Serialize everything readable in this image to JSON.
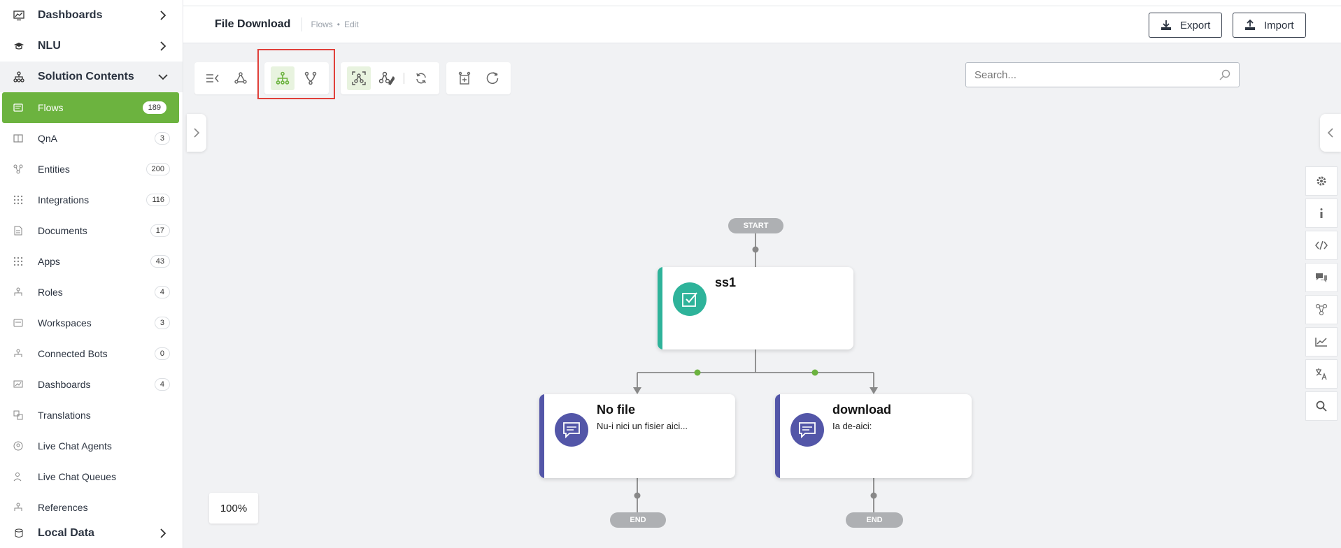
{
  "sidebar": {
    "sections": [
      {
        "label": "Dashboards",
        "icon": "dashboard-icon"
      },
      {
        "label": "NLU",
        "icon": "graduation-cap-icon"
      },
      {
        "label": "Solution Contents",
        "icon": "hierarchy-icon"
      }
    ],
    "items": [
      {
        "label": "Flows",
        "count": "189"
      },
      {
        "label": "QnA",
        "count": "3"
      },
      {
        "label": "Entities",
        "count": "200"
      },
      {
        "label": "Integrations",
        "count": "116"
      },
      {
        "label": "Documents",
        "count": "17"
      },
      {
        "label": "Apps",
        "count": "43"
      },
      {
        "label": "Roles",
        "count": "4"
      },
      {
        "label": "Workspaces",
        "count": "3"
      },
      {
        "label": "Connected Bots",
        "count": "0"
      },
      {
        "label": "Dashboards",
        "count": "4"
      },
      {
        "label": "Translations",
        "count": ""
      },
      {
        "label": "Live Chat Agents",
        "count": ""
      },
      {
        "label": "Live Chat Queues",
        "count": ""
      },
      {
        "label": "References",
        "count": ""
      },
      {
        "label": "Local Data",
        "count": ""
      }
    ]
  },
  "header": {
    "title": "File Download",
    "breadcrumb": [
      "Flows",
      "Edit"
    ],
    "breadcrumb_sep": "•",
    "export_label": "Export",
    "import_label": "Import"
  },
  "search": {
    "placeholder": "Search..."
  },
  "zoom": {
    "label": "100%"
  },
  "flow": {
    "start_label": "START",
    "end_label": "END",
    "nodes": [
      {
        "title": "ss1",
        "subtitle": ""
      },
      {
        "title": "No file",
        "subtitle": "Nu-i nici un fisier aici..."
      },
      {
        "title": "download",
        "subtitle": "Ia de-aici:"
      }
    ]
  },
  "colors": {
    "accent": "#6cb33f",
    "teal": "#2eb39a",
    "indigo": "#5356a8",
    "highlight": "#e0403a"
  }
}
